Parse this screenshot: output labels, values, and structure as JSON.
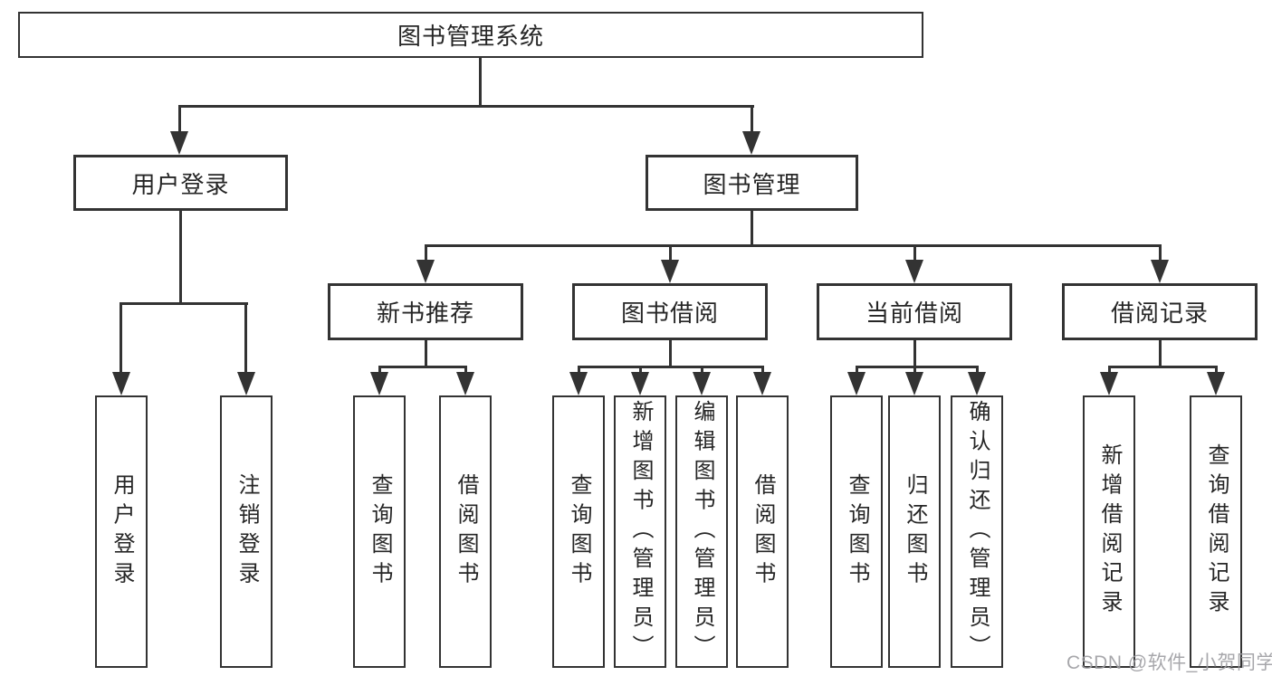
{
  "diagram": {
    "root": "图书管理系统",
    "level1": [
      "用户登录",
      "图书管理"
    ],
    "level2": [
      "新书推荐",
      "图书借阅",
      "当前借阅",
      "借阅记录"
    ],
    "leaves": {
      "user_login": [
        "用户登录",
        "注销登录"
      ],
      "new_book": [
        "查询图书",
        "借阅图书"
      ],
      "book_borrow": [
        "查询图书",
        "新增图书（管理员）",
        "编辑图书（管理员）",
        "借阅图书"
      ],
      "current_borrow": [
        "查询图书",
        "归还图书",
        "确认归还（管理员）"
      ],
      "borrow_record": [
        "新增借阅记录",
        "查询借阅记录"
      ]
    },
    "watermark": "CSDN @软件_小贺同学",
    "colors": {
      "line": "#333333",
      "text": "#262626",
      "watermark": "#9e9ea2",
      "background": "#ffffff"
    }
  }
}
